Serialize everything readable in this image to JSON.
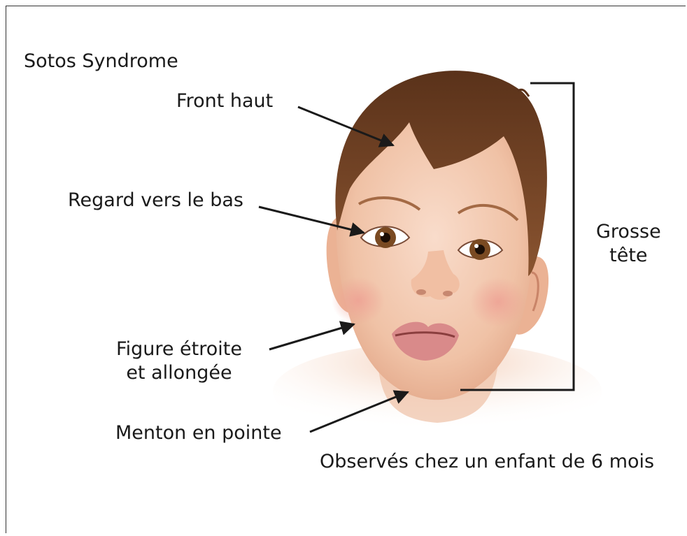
{
  "title": "Sotos Syndrome",
  "labels": {
    "front": "Front haut",
    "regard": "Regard vers le bas",
    "figure": "Figure étroite\net allongée",
    "menton": "Menton en pointe",
    "grosse_tete": "Grosse\ntête"
  },
  "caption": "Observés chez un enfant de 6 mois",
  "colors": {
    "skin": "#f2c7ad",
    "hair": "#6e4023",
    "iris": "#7a4a22",
    "lips": "#d98a8a",
    "lines": "#1a1a1a"
  }
}
